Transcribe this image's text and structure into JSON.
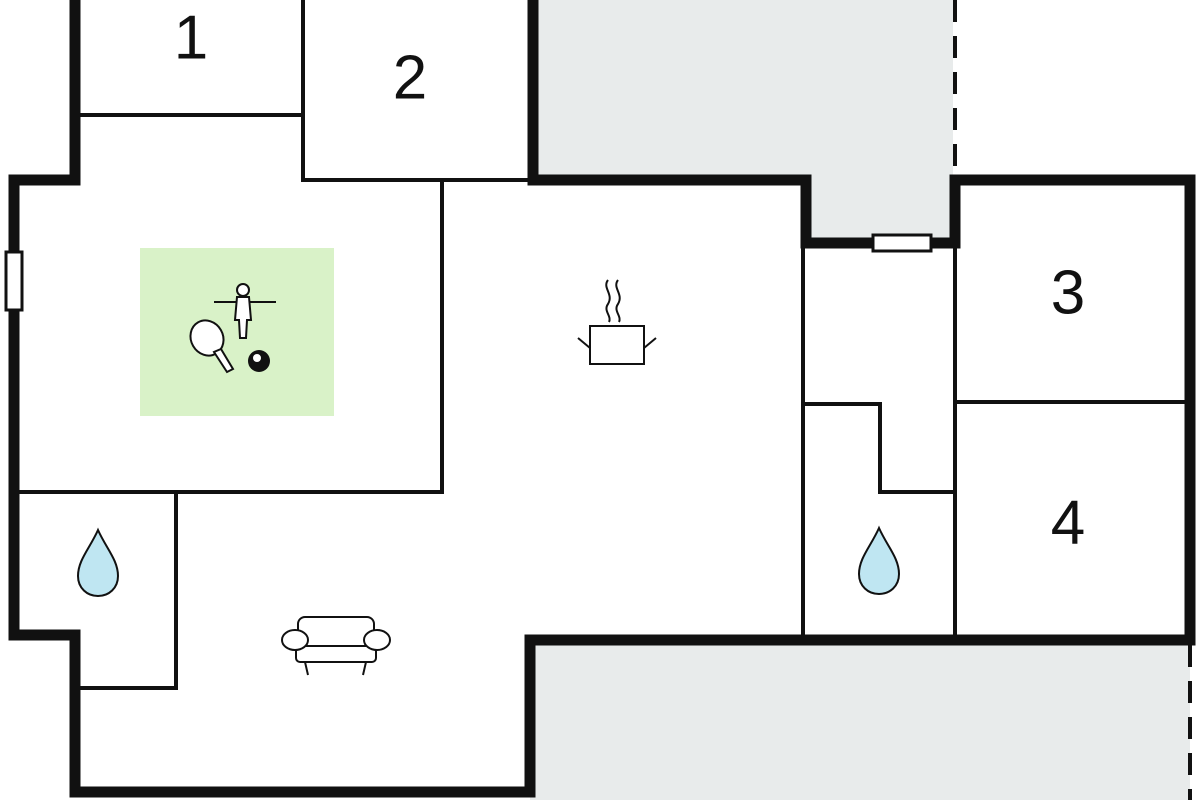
{
  "floorplan": {
    "colors": {
      "wall": "#111111",
      "outdoor_area": "#e8ebeb",
      "game_zone": "#d9f2c8",
      "water_drop": "#bfe6f2",
      "background": "#ffffff"
    },
    "rooms": [
      {
        "number": "1",
        "type": "bedroom"
      },
      {
        "number": "2",
        "type": "bedroom"
      },
      {
        "number": "3",
        "type": "bedroom"
      },
      {
        "number": "4",
        "type": "bedroom"
      },
      {
        "number": "",
        "type": "game-room"
      },
      {
        "number": "",
        "type": "kitchen"
      },
      {
        "number": "",
        "type": "living-room"
      },
      {
        "number": "",
        "type": "bathroom"
      },
      {
        "number": "",
        "type": "bathroom"
      }
    ],
    "icons": [
      "table-football-icon",
      "table-tennis-icon",
      "billiard-ball-icon",
      "cooking-pot-icon",
      "sofa-icon",
      "water-drop-icon",
      "water-drop-icon"
    ]
  }
}
